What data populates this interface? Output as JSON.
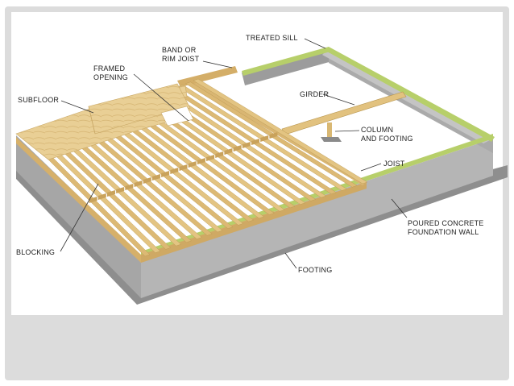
{
  "labels": {
    "treated_sill": "TREATED SILL",
    "band_rim_joist": "BAND OR\nRIM JOIST",
    "framed_opening": "FRAMED\nOPENING",
    "subfloor": "SUBFLOOR",
    "girder": "GIRDER",
    "column_footing": "COLUMN\nAND FOOTING",
    "joist": "JOIST",
    "poured_concrete": "POURED CONCRETE\nFOUNDATION WALL",
    "blocking": "BLOCKING",
    "footing": "FOOTING"
  },
  "colors": {
    "frame": "#dcdcdc",
    "concrete": "#a9a9a9",
    "wood": "#e2c27f",
    "sill": "#b7cf6a"
  }
}
